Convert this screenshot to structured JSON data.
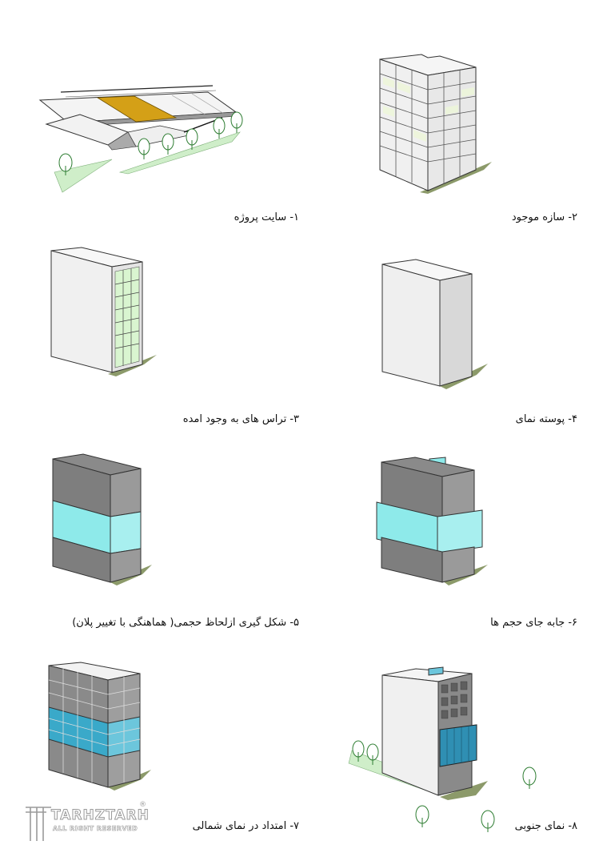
{
  "captions": [
    "۱- سایت پروژه",
    "۲- سازه موجود",
    "۳- تراس های به وجود امده",
    "۴- پوسته نمای",
    "۵- شکل گیری ازلحاظ حجمی( هماهنگی با تغییر پلان)",
    "۶- جابه جای حجم ها",
    "۷- امتداد در نمای شمالی",
    "۸- نمای جنوبی"
  ],
  "logo": {
    "main": "TARHZTARH",
    "sub": "ALL RIGHT RESERVED",
    "mark": "®"
  },
  "colors": {
    "site_highlight": "#d4a017",
    "greenery": "#cfeec9",
    "glass_green": "#d9f5d0",
    "glass_cyan": "#8eeaea",
    "glass_blue": "#3aa9c9",
    "volume_grey": "#8a8a8a",
    "shadow": "#8c9a6a"
  }
}
